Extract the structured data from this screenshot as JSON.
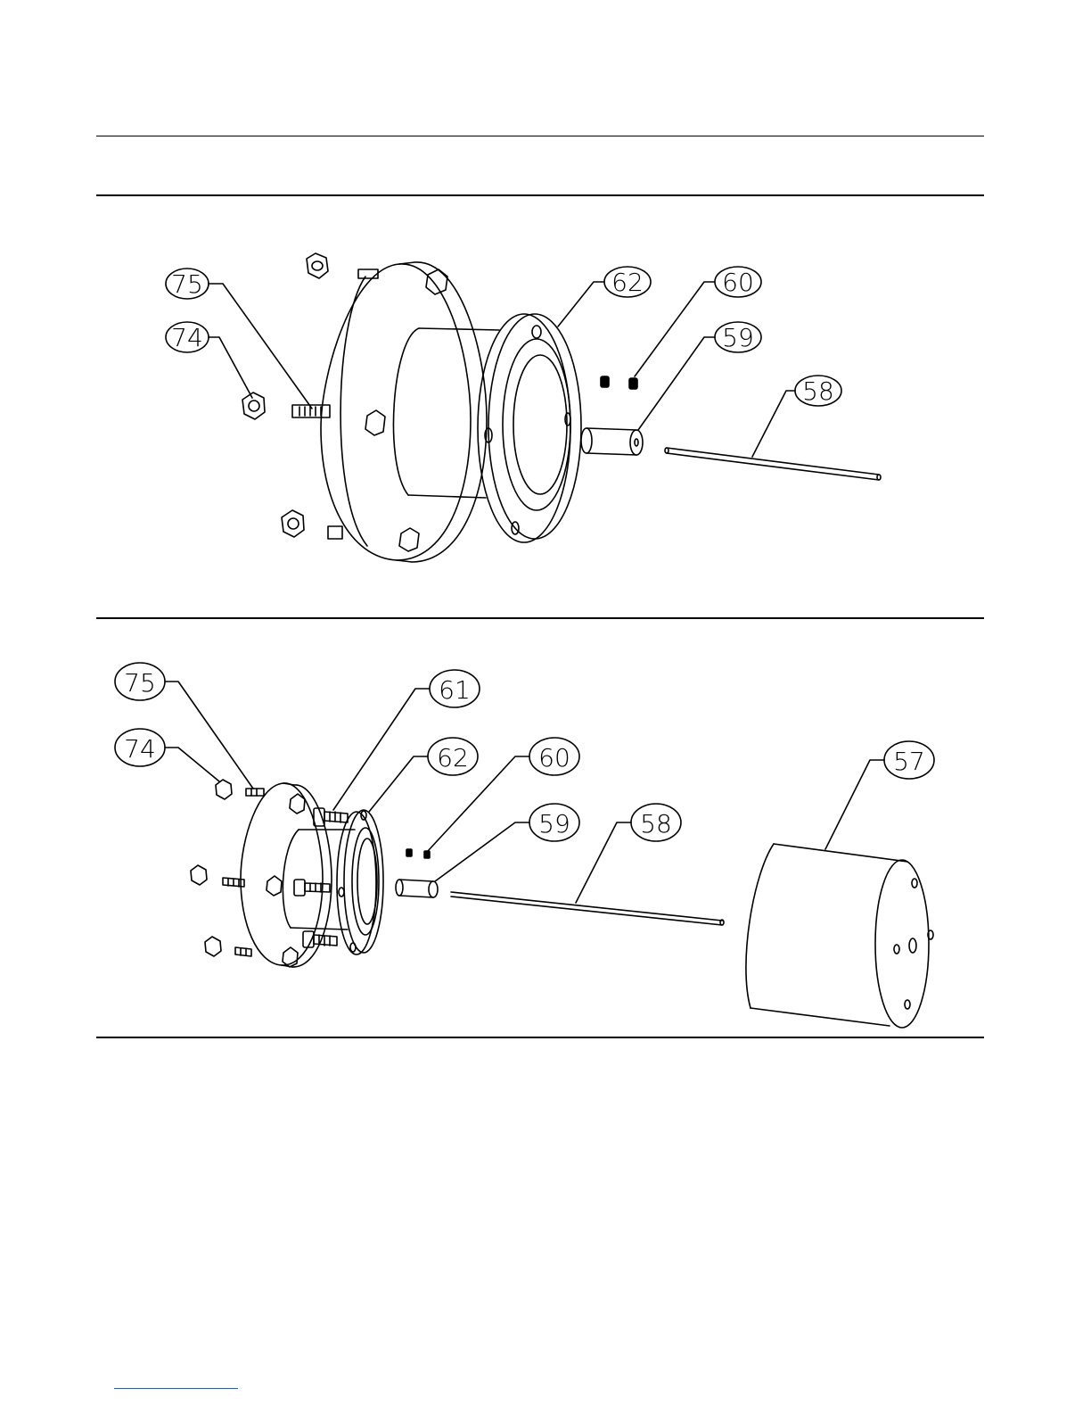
{
  "views": [
    {
      "name": "upper-exploded-view",
      "callouts": [
        "75",
        "74",
        "62",
        "60",
        "59",
        "58"
      ]
    },
    {
      "name": "lower-exploded-view",
      "callouts": [
        "75",
        "74",
        "61",
        "62",
        "60",
        "59",
        "58",
        "57"
      ]
    }
  ],
  "colors": {
    "line": "#000000",
    "link": "#3355cc"
  }
}
